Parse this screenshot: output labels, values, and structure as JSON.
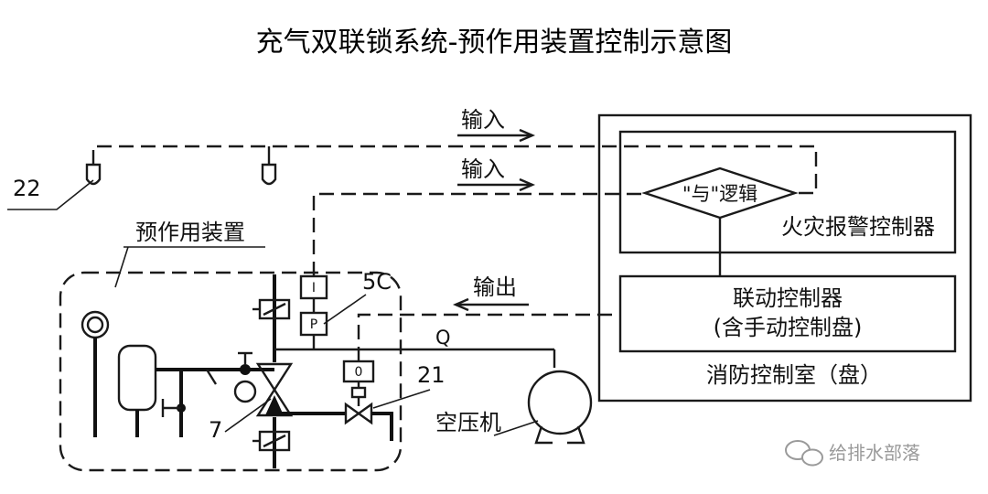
{
  "title": "充气双联锁系统-预作用装置控制示意图",
  "labels": {
    "input_1": "输入",
    "input_2": "输入",
    "output": "输出",
    "and_logic": "\"与\"逻辑",
    "fire_alarm_controller": "火灾报警控制器",
    "linkage_controller_line1": "联动控制器",
    "linkage_controller_line2": "(含手动控制盘)",
    "fire_control_room": "消防控制室（盘）",
    "preaction_device": "预作用装置",
    "air_compressor": "空压机",
    "ref_22": "22",
    "ref_21": "21",
    "ref_5c": "5C",
    "ref_7": "7",
    "ref_q": "Q",
    "box_i": "I",
    "box_p": "P",
    "box_0": "0"
  },
  "watermark": "给排水部落",
  "icons": [
    "sprinkler-icon",
    "pressure-gauge-icon",
    "air-compressor-icon",
    "valve-icon",
    "wechat-icon"
  ]
}
